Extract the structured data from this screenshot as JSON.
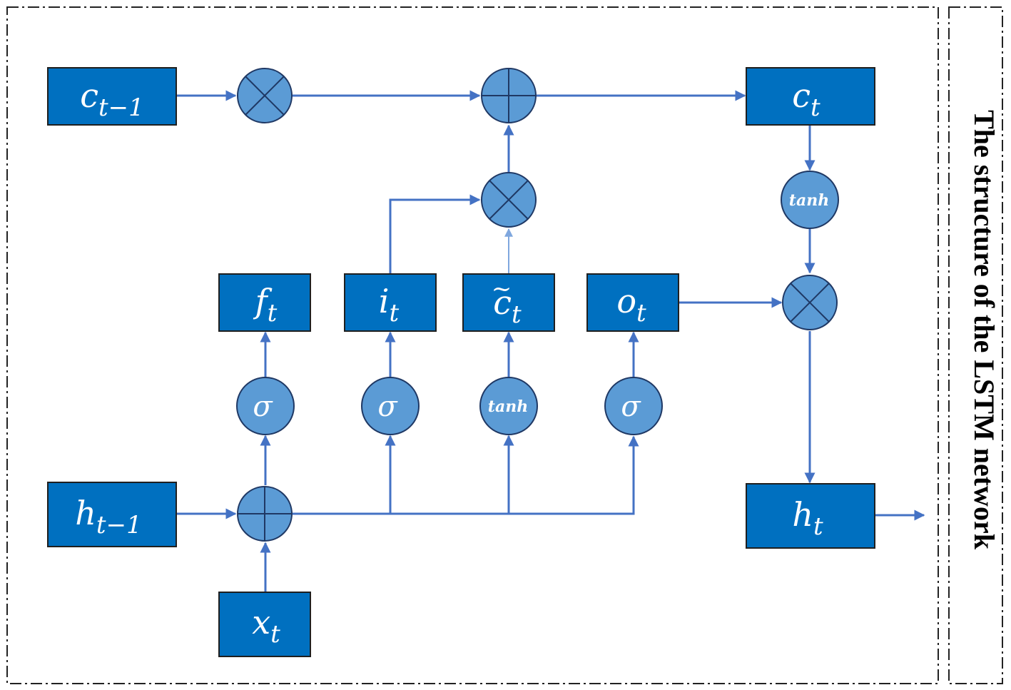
{
  "title": "The structure of the LSTM network",
  "boxes": {
    "c_prev": {
      "main": "c",
      "sub": "t−1"
    },
    "c_t": {
      "main": "c",
      "sub": "t"
    },
    "f_t": {
      "main": "f",
      "sub": "t"
    },
    "i_t": {
      "main": "i",
      "sub": "t"
    },
    "c_tilde": {
      "main": "c",
      "accent": "~",
      "sub": "t"
    },
    "o_t": {
      "main": "o",
      "sub": "t"
    },
    "h_prev": {
      "main": "h",
      "sub": "t−1"
    },
    "h_t": {
      "main": "h",
      "sub": "t"
    },
    "x_t": {
      "main": "x",
      "sub": "t"
    }
  },
  "activations": {
    "sigma_f": "σ",
    "sigma_i": "σ",
    "tanh_c": "tanh",
    "sigma_o": "σ",
    "tanh_out": "tanh"
  },
  "colors": {
    "box_fill": "#0070c0",
    "node_fill": "#5b9bd5",
    "arrow": "#4472c4"
  }
}
